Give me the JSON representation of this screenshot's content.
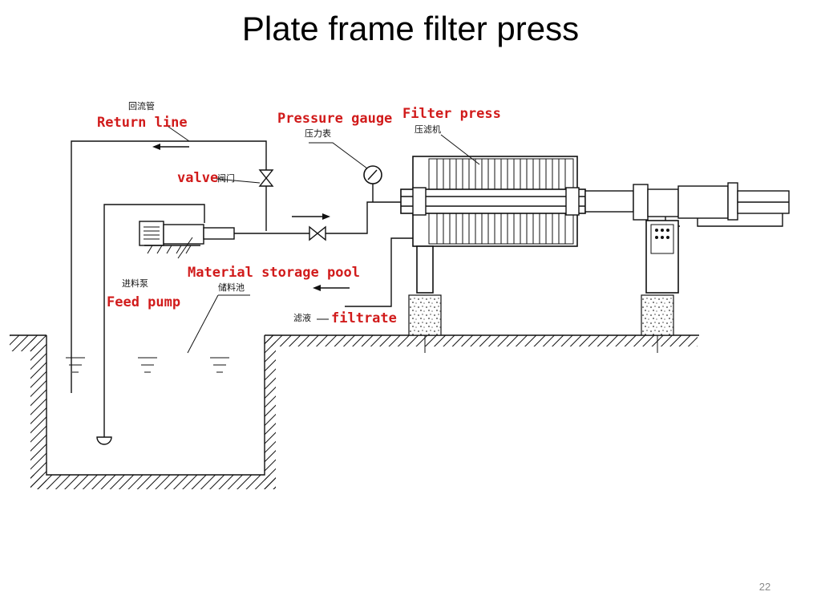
{
  "slide": {
    "title": "Plate frame filter press",
    "page_number": "22"
  },
  "labels": {
    "return_line": {
      "cn": "回流管",
      "en": "Return line"
    },
    "valve": {
      "en": "valve",
      "cn": "阀门"
    },
    "pressure_gauge": {
      "en": "Pressure gauge",
      "cn": "压力表"
    },
    "filter_press": {
      "en": "Filter press",
      "cn": "压滤机"
    },
    "feed_pump": {
      "cn": "进料泵",
      "en": "Feed pump"
    },
    "material_storage_pool": {
      "en": "Material storage pool",
      "cn": "储料池"
    },
    "filtrate": {
      "cn": "滤液",
      "en": "filtrate"
    }
  },
  "colors": {
    "label_red": "#d11b1b",
    "line": "#111111",
    "background": "#ffffff"
  },
  "icons": [
    "flow-arrow-icon",
    "valve-icon",
    "gauge-icon",
    "ground-hatch-icon"
  ]
}
